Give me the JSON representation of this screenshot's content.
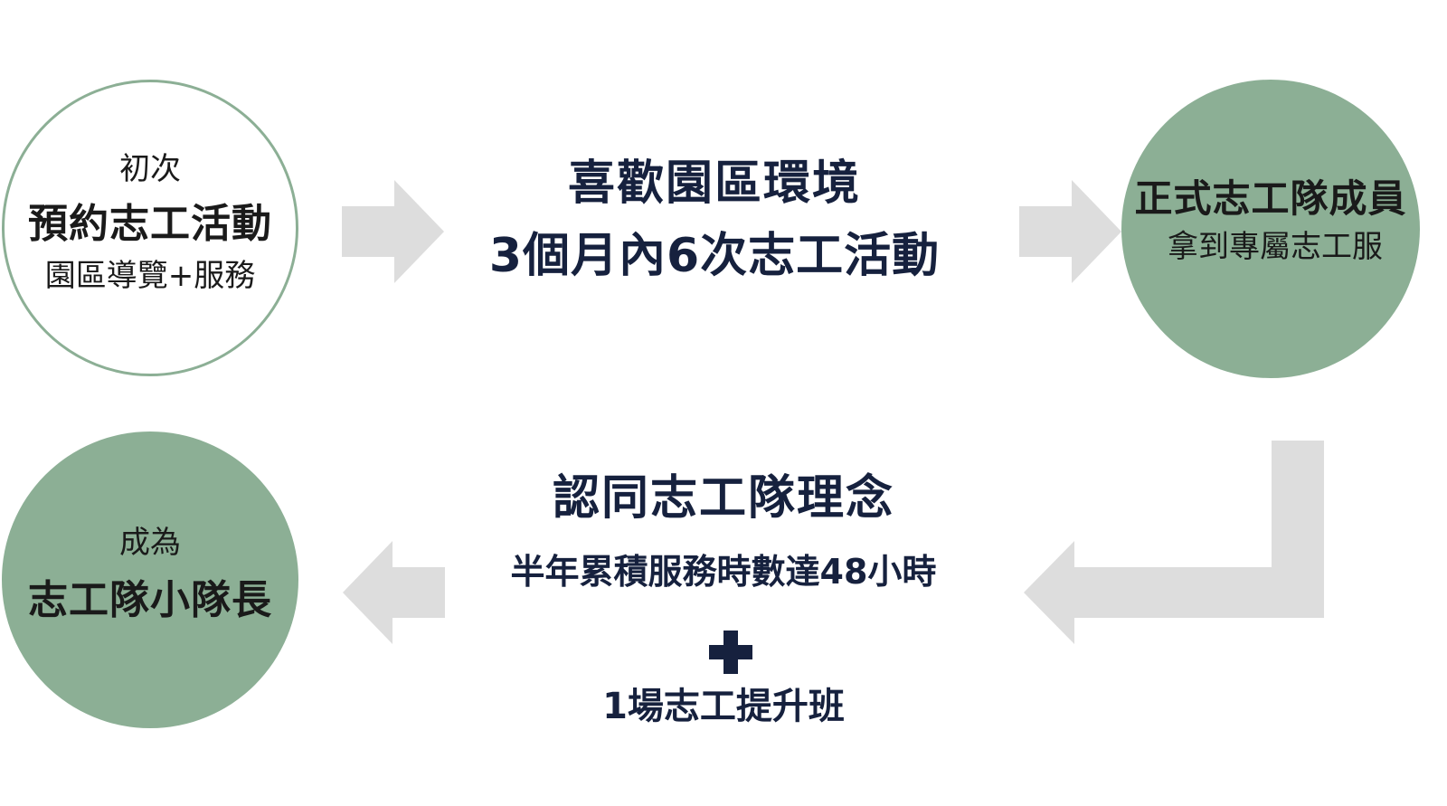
{
  "colors": {
    "circle_fill": "#8caf95",
    "circle_border": "#8caf95",
    "arrow_fill": "#dddddd",
    "text_dark": "#16213e",
    "circle_text": "#1a1a1a"
  },
  "step_first": {
    "pre_label": "初次",
    "title": "預約志工活動",
    "detail": "園區導覽+服務"
  },
  "requirement_one": {
    "line1": "喜歡園區環境",
    "line2": "3個月內6次志工活動"
  },
  "step_member": {
    "title": "正式志工隊成員",
    "detail": "拿到專屬志工服"
  },
  "requirement_two": {
    "line1": "認同志工隊理念",
    "line2": "半年累積服務時數達48小時",
    "line3": "1場志工提升班"
  },
  "step_leader": {
    "pre_label": "成為",
    "title": "志工隊小隊長"
  },
  "icons": {
    "arrow_1": "arrow-right-icon",
    "arrow_2": "arrow-right-icon",
    "arrow_3": "arrow-turn-down-left-icon",
    "arrow_4": "arrow-left-icon",
    "plus": "plus-icon"
  }
}
